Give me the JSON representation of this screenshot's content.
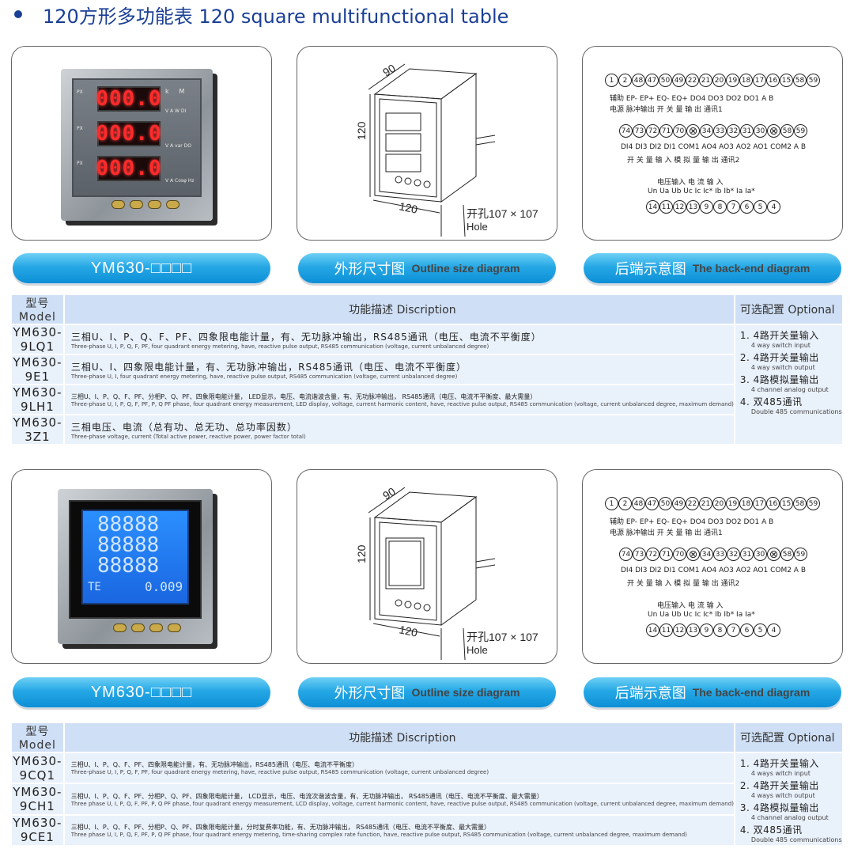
{
  "header": {
    "title": "120方形多功能表  120 square multifunctional table"
  },
  "products": [
    {
      "model_label": "YM630-□□□□",
      "outline_label": "外形尺寸图",
      "outline_label_en": "Outline size diagram",
      "back_label": "后端示意图",
      "back_label_en": "The back-end diagram",
      "meter_display": [
        "000.0",
        "000.0",
        "000.0"
      ],
      "dims": {
        "depth": "90",
        "height": "120",
        "width": "120",
        "hole": "开孔107 × 107",
        "hole_en": "Hole"
      }
    },
    {
      "model_label": "YM630-□□□□",
      "outline_label": "外形尺寸图",
      "outline_label_en": "Outline size diagram",
      "back_label": "后端示意图",
      "back_label_en": "The back-end diagram",
      "lcd_display": [
        "88888",
        "88888",
        "88888",
        "0.009"
      ],
      "lcd_te": "TE",
      "dims": {
        "depth": "90",
        "height": "120",
        "width": "120",
        "hole": "开孔107 × 107",
        "hole_en": "Hole"
      }
    }
  ],
  "backend": {
    "row1_terminals": [
      "1",
      "2",
      "48",
      "47",
      "50",
      "49",
      "22",
      "21",
      "20",
      "19",
      "18",
      "17",
      "16",
      "15",
      "58",
      "59"
    ],
    "row1_labels": "辅助  EP-  EP+  EQ-  EQ+  DO4     DO3      DO2     DO1    A    B",
    "row1_sublabels": "电源       脉冲输出             开 关 量 输 出                 通讯1",
    "row2_terminals": [
      "74",
      "73",
      "72",
      "71",
      "70",
      "⊗",
      "34",
      "33",
      "32",
      "31",
      "30",
      "⊗",
      "58",
      "59"
    ],
    "row2_labels": "DI4 DI3 DI2 DI1 COM1    AO4 AO3 AO2 AO1 COM2      A    B",
    "row2_sublabels": "开 关 量 输 入           模 拟 量 输 出           通讯2",
    "row3_heading": "电压输入          电 流  输 入",
    "row3_labels": "Un Ua Ub Uc  Ic  Ic* Ib  Ib*  Ia  Ia*",
    "row3_terminals": [
      "14",
      "11",
      "12",
      "13",
      "9",
      "8",
      "7",
      "6",
      "5",
      "4"
    ]
  },
  "table1": {
    "headers": {
      "model": "型号 Model",
      "desc": "功能描述 Discription",
      "opt": "可选配置 Optional"
    },
    "rows": [
      {
        "model": "YM630-9LQ1",
        "cn": "三相U、I、P、Q、F、PF、四象限电能计量，有、无功脉冲输出，RS485通讯（电压、电流不平衡度）",
        "en": "Three-phase U, I, P, Q, F, PF, four quadrant energy metering, have, reactive pulse output, RS485 communication (voltage, current unbalanced degree)"
      },
      {
        "model": "YM630-9E1",
        "cn": "三相U、I、四象限电能计量，有、无功脉冲输出，RS485通讯（电压、电流不平衡度）",
        "en": "Three-phase U, I, four quadrant energy metering, have, reactive pulse output, RS485 communication (voltage, current unbalanced degree)"
      },
      {
        "model": "YM630-9LH1",
        "cn": "三相U、I、P、Q、F、PF、分相P、Q、PF、四象限电能计量，  LED显示，电压、电流谐波含量，有、无功脉冲输出，        RS485通讯（电压、电流不平衡度、最大需量）",
        "en": "Three-phase U, I, P, Q, F, PF, P, Q PF phase, four quadrant energy measurement, LED display, voltage, current harmonic content, have, reactive pulse output, RS485 communication (voltage, current unbalanced degree, maximum demand)"
      },
      {
        "model": "YM630-3Z1",
        "cn": "三相电压、电流（总有功、总无功、总功率因数）",
        "en": "Three-phase voltage, current (Total active power, reactive power, power factor total)"
      }
    ],
    "options": [
      {
        "cn": "1. 4路开关量输入",
        "en": "4 way switch input"
      },
      {
        "cn": "2. 4路开关量输出",
        "en": "4 way switch output"
      },
      {
        "cn": "3. 4路模拟量输出",
        "en": "4 channel analog output"
      },
      {
        "cn": "4. 双485通讯",
        "en": "Double 485 communications"
      }
    ]
  },
  "table2": {
    "headers": {
      "model": "型号 Model",
      "desc": "功能描述 Discription",
      "opt": "可选配置 Optional"
    },
    "rows": [
      {
        "model": "YM630-9CQ1",
        "cn": "三相U、I、P、Q、F、PF、四象限电能计量，有、无功脉冲输出，RS485通讯（电压、电流不平衡度）",
        "en": "Three-phase U, I, P, Q, F, PF, four quadrant energy metering, have, reactive pulse output, RS485 communication (voltage, current unbalanced degree)"
      },
      {
        "model": "YM630-9CH1",
        "cn": "三相U、I、P、Q、F、PF、分相P、Q、PF、四象限电能计量，  LCD显示，电压、电流次谐波含量，有、无功脉冲输出，        RS485通讯（电压、电流不平衡度、最大需量）",
        "en": "Three phase U, I, P, Q, F, PF, P, Q PF phase, four quadrant energy measurement, LCD display, voltage, current harmonic content, have, reactive pulse output, RS485 communication (voltage, current unbalanced degree, maximum demand)"
      },
      {
        "model": "YM630-9CE1",
        "cn": "三相U、I、P、Q、F、PF、分相P、Q、PF、四象限电能计量，分时复费率功能，有、无功脉冲输出，        RS485通讯（电压、电流不平衡度、最大需量）",
        "en": "Three phase U, I, P, Q, F, PF, P, Q PF phase, four quadrant energy metering, time-sharing complex rate function, have, reactive pulse output, RS485 communication (voltage, current unbalanced degree, maximum demand)"
      }
    ],
    "options": [
      {
        "cn": "1. 4路开关量输入",
        "en": "4 ways witch input"
      },
      {
        "cn": "2. 4路开关量输出",
        "en": "4 ways witch output"
      },
      {
        "cn": "3. 4路模拟量输出",
        "en": "4 channel analog output"
      },
      {
        "cn": "4. 双485通讯",
        "en": "Double 485 communications"
      }
    ]
  }
}
